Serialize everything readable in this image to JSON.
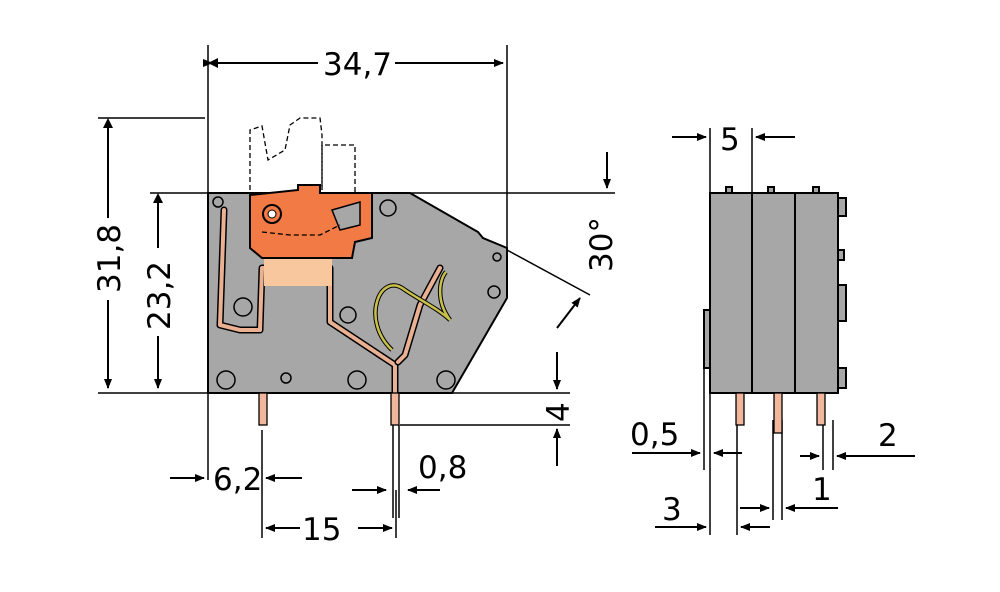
{
  "colors": {
    "housing": "#a7a7a7",
    "lever": "#f27a44",
    "contact": "#f1b79c",
    "spring": "#c8c04a",
    "line": "#000000"
  },
  "dimensions": {
    "overall_width": "34,7",
    "overall_height": "31,8",
    "body_height": "23,2",
    "angle": "30°",
    "pin_length": "4",
    "pin_offset": "6,2",
    "pin_pitch": "15",
    "pin_diameter": "0,8",
    "pole_pitch": "5",
    "side_offset": "0,5",
    "side_width": "3",
    "pin_width": "1",
    "side_right": "2"
  }
}
